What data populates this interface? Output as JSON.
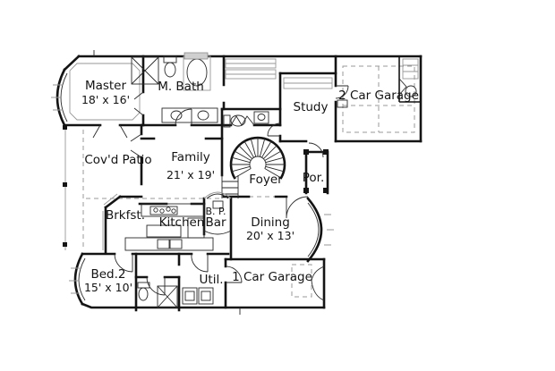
{
  "plan": {
    "background": "#ffffff",
    "wall_color": "#141414",
    "detail_color": "#979797",
    "rooms": [
      {
        "id": "master",
        "name": "Master",
        "dims": "18' x 16'"
      },
      {
        "id": "mbath",
        "name": "M. Bath",
        "dims": ""
      },
      {
        "id": "study",
        "name": "Study",
        "dims": ""
      },
      {
        "id": "garage2",
        "name": "2 Car Garage",
        "dims": ""
      },
      {
        "id": "patio",
        "name": "Cov'd Patio",
        "dims": ""
      },
      {
        "id": "family",
        "name": "Family",
        "dims": "21' x 19'"
      },
      {
        "id": "foyer",
        "name": "Foyer",
        "dims": ""
      },
      {
        "id": "porch",
        "name": "Por.",
        "dims": ""
      },
      {
        "id": "brkfst",
        "name": "Brkfst.",
        "dims": ""
      },
      {
        "id": "kitchen",
        "name": "Kitchen",
        "dims": ""
      },
      {
        "id": "bp",
        "name": "B. P.",
        "dims": ""
      },
      {
        "id": "bar",
        "name": "Bar",
        "dims": ""
      },
      {
        "id": "dining",
        "name": "Dining",
        "dims": "20' x 13'"
      },
      {
        "id": "bed2",
        "name": "Bed.2",
        "dims": "15' x 10'"
      },
      {
        "id": "util",
        "name": "Util.",
        "dims": ""
      },
      {
        "id": "garage1",
        "name": "1 Car Garage",
        "dims": ""
      }
    ]
  }
}
